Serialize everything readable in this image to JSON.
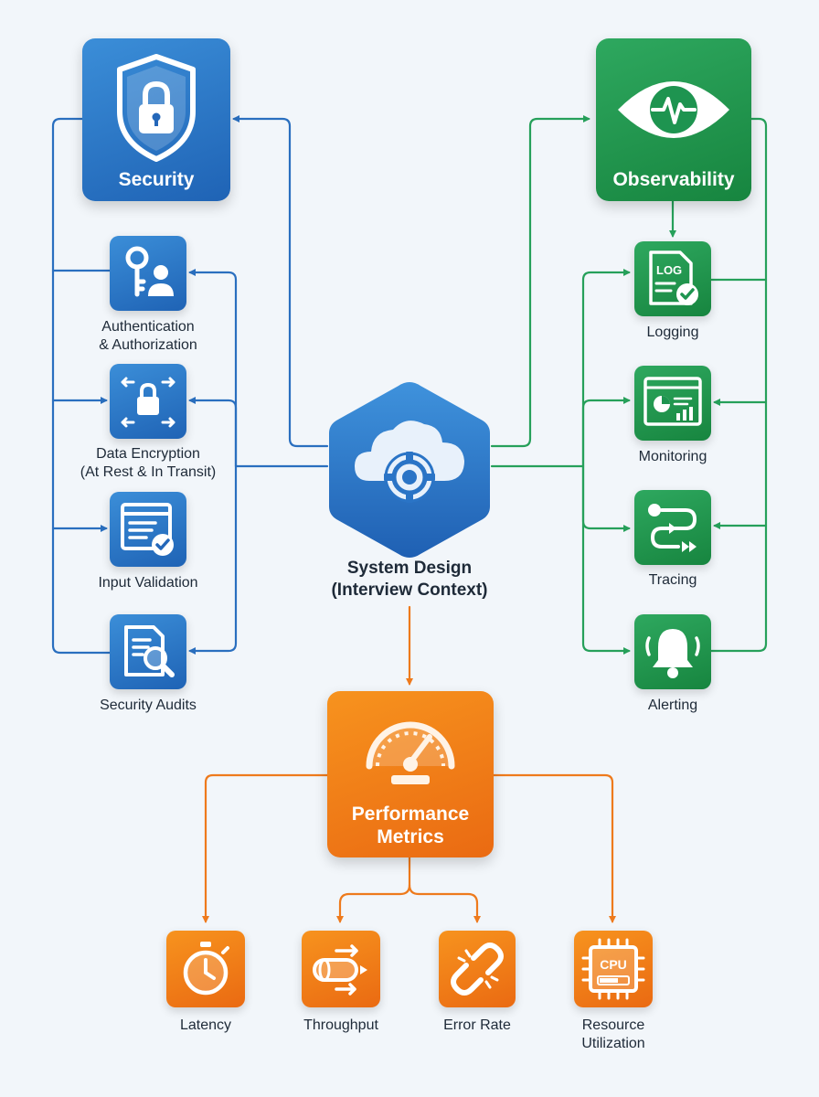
{
  "center": {
    "title": "System Design\n(Interview Context)",
    "icon": "cloud-gear-icon",
    "color": "#2a74c6"
  },
  "security": {
    "title": "Security",
    "icon": "shield-lock-icon",
    "color": "#2467b9",
    "items": [
      {
        "label": "Authentication\n& Authorization",
        "icon": "key-user-icon"
      },
      {
        "label": "Data Encryption\n(At Rest & In Transit)",
        "icon": "lock-arrows-icon"
      },
      {
        "label": "Input Validation",
        "icon": "form-check-icon"
      },
      {
        "label": "Security Audits",
        "icon": "document-search-icon"
      }
    ]
  },
  "observability": {
    "title": "Observability",
    "icon": "eye-pulse-icon",
    "color": "#1e9450",
    "items": [
      {
        "label": "Logging",
        "icon": "log-file-icon",
        "icon_text": "LOG"
      },
      {
        "label": "Monitoring",
        "icon": "dashboard-chart-icon"
      },
      {
        "label": "Tracing",
        "icon": "trace-path-icon"
      },
      {
        "label": "Alerting",
        "icon": "bell-icon"
      }
    ]
  },
  "performance": {
    "title": "Performance\nMetrics",
    "icon": "speedometer-icon",
    "color": "#ef7a17",
    "items": [
      {
        "label": "Latency",
        "icon": "stopwatch-icon"
      },
      {
        "label": "Throughput",
        "icon": "pipe-flow-icon"
      },
      {
        "label": "Error Rate",
        "icon": "broken-link-icon"
      },
      {
        "label": "Resource\nUtilization",
        "icon": "cpu-chip-icon",
        "icon_text": "CPU"
      }
    ]
  }
}
